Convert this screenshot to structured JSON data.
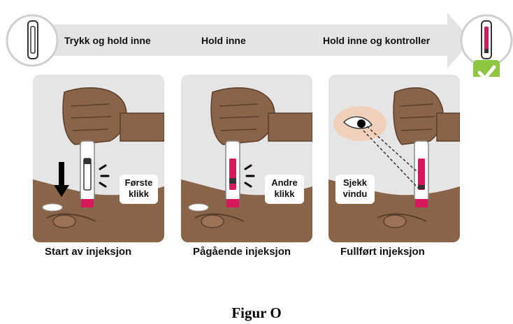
{
  "banner": {
    "steps": [
      "Trykk og hold inne",
      "Hold inne",
      "Hold inne og kontroller"
    ]
  },
  "panels": [
    {
      "caption": "Start av injeksjon",
      "callout_line1": "Første",
      "callout_line2": "klikk"
    },
    {
      "caption": "Pågående injeksjon",
      "callout_line1": "Andre",
      "callout_line2": "klikk"
    },
    {
      "caption": "Fullført injeksjon",
      "callout_line1": "Sjekk",
      "callout_line2": "vindu"
    }
  ],
  "figure_title": "Figur O",
  "colors": {
    "accent": "#d6195c",
    "check": "#8dc63f",
    "skin": "#8a6448",
    "panel_bg": "#e6e5e6",
    "arrow": "#e4e4e4"
  },
  "icons": [
    "pen-window-empty-icon",
    "pen-window-full-icon",
    "checkmark-icon",
    "down-arrow-icon",
    "eye-icon"
  ]
}
